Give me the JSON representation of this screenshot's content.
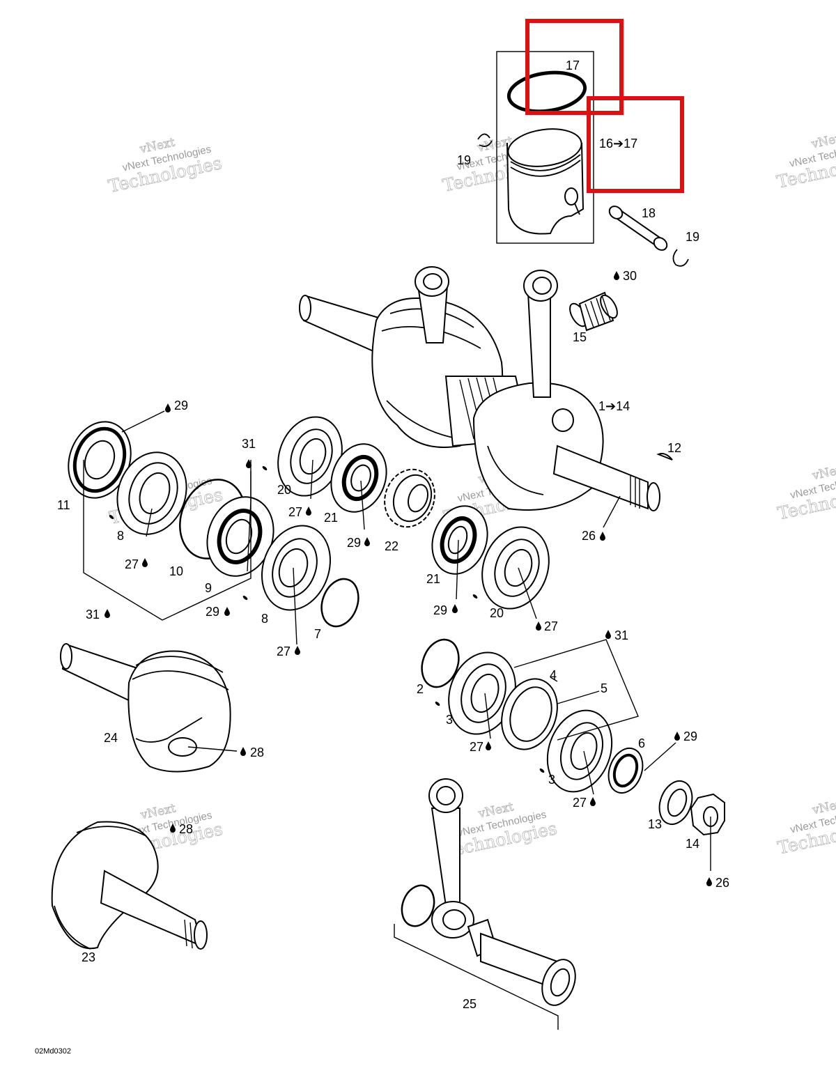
{
  "diagram": {
    "reference_code": "02Md0302",
    "watermark": {
      "line1": "vNext",
      "line2": "vNext Technologies",
      "line3": "Technologies"
    },
    "highlight_color": "#dd1111",
    "labels": {
      "l17": "17",
      "l16_17": "16➔17",
      "l19a": "19",
      "l18": "18",
      "l19b": "19",
      "l30": "30",
      "l15": "15",
      "l1_14": "1➔14",
      "l12": "12",
      "l26a": "26",
      "l29a": "29",
      "l31a": "31",
      "l11": "11",
      "l8a": "8",
      "l27a": "27",
      "l10": "10",
      "l9": "9",
      "l20a": "20",
      "l27b": "27",
      "l21a": "21",
      "l29b": "29",
      "l22": "22",
      "l21b": "21",
      "l29c": "29",
      "l20b": "20",
      "l27c": "27",
      "l31b": "31",
      "l29d": "29",
      "l8b": "8",
      "l7": "7",
      "l27d": "27",
      "l31c": "31",
      "l4": "4",
      "l2": "2",
      "l5": "5",
      "l3a": "3",
      "l27e": "27",
      "l6": "6",
      "l29e": "29",
      "l3b": "3",
      "l27f": "27",
      "l13": "13",
      "l14": "14",
      "l26b": "26",
      "l24": "24",
      "l28a": "28",
      "l28b": "28",
      "l23": "23",
      "l25": "25"
    }
  }
}
